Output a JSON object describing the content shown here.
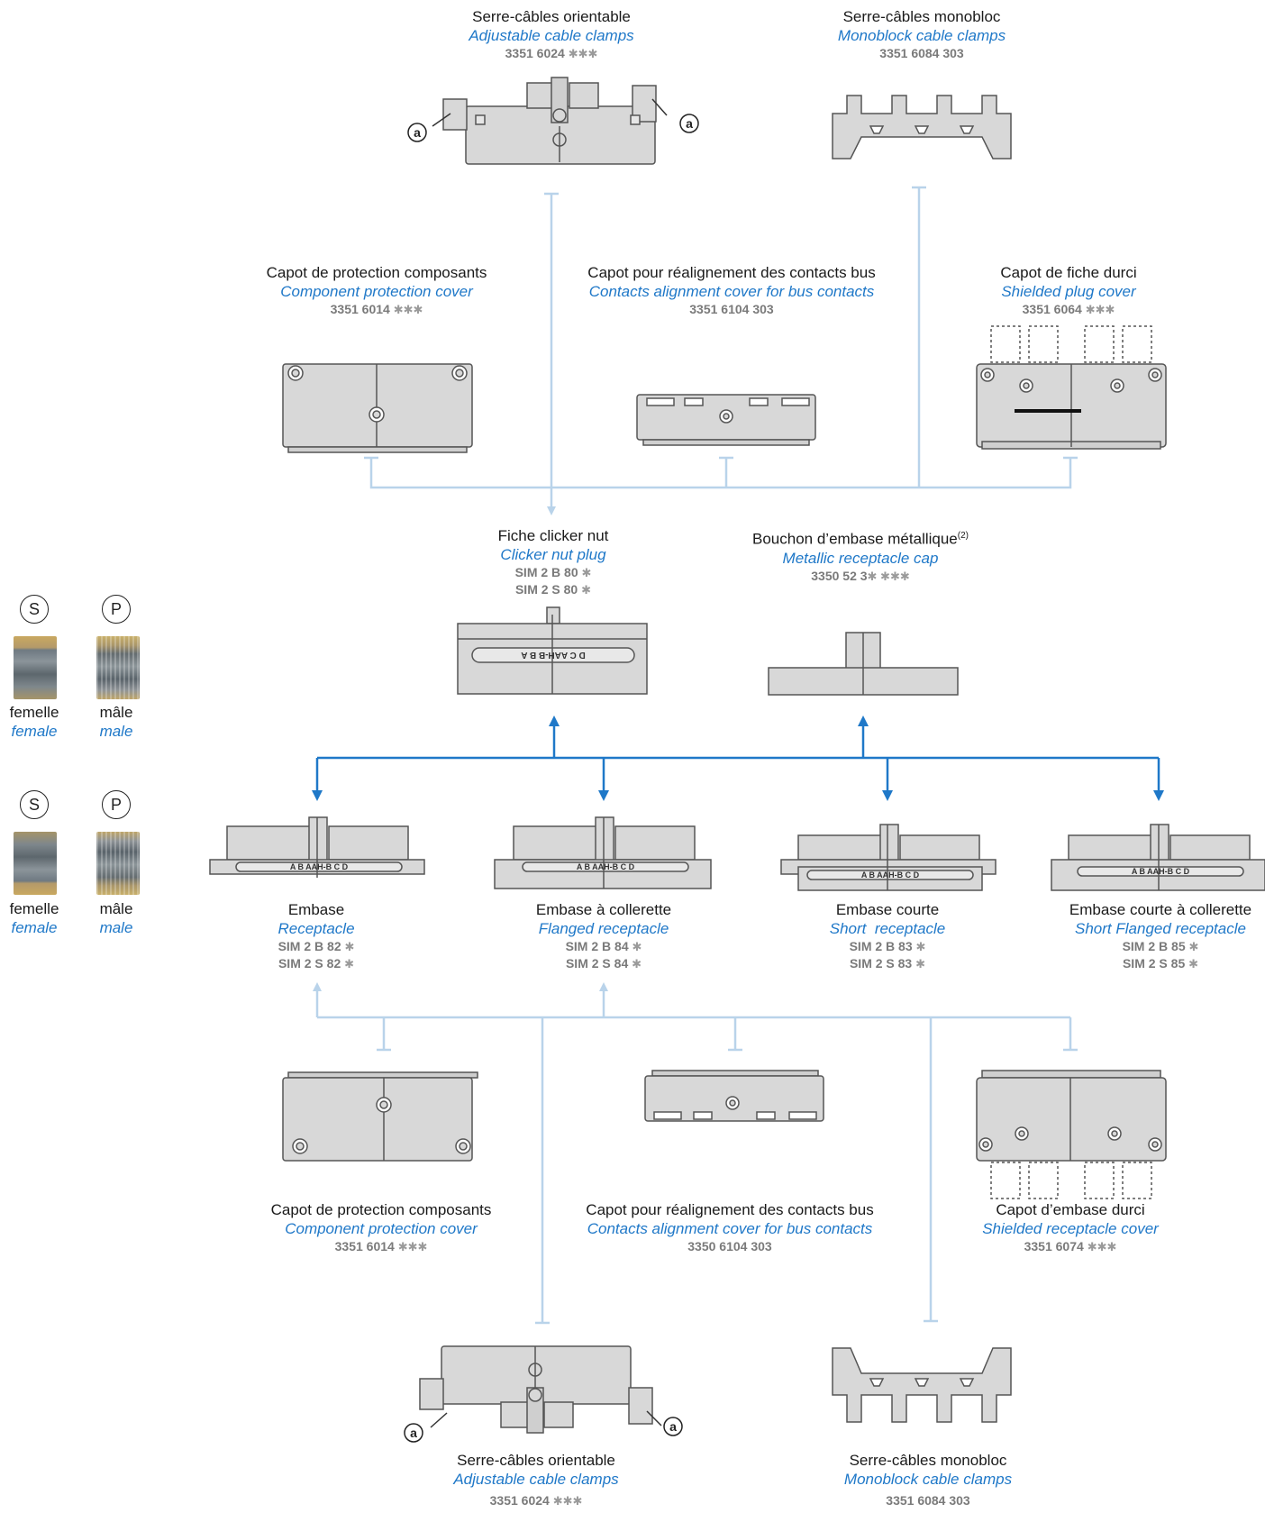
{
  "top": {
    "adjustable_clamp": {
      "fr": "Serre-câbles orientable",
      "en": "Adjustable cable clamps",
      "ref": "3351 6024",
      "stars": "✱✱✱",
      "callout": "a"
    },
    "monoblock_clamp": {
      "fr": "Serre-câbles monobloc",
      "en": "Monoblock cable clamps",
      "ref": "3351 6084 303"
    },
    "protection_cover": {
      "fr": "Capot de protection composants",
      "en": "Component protection cover",
      "ref": "3351 6014",
      "stars": "✱✱✱"
    },
    "alignment_cover": {
      "fr": "Capot pour réalignement des contacts bus",
      "en": "Contacts alignment cover for bus contacts",
      "ref": "3351 6104 303"
    },
    "shielded_plug_cover": {
      "fr": "Capot de fiche durci",
      "en": "Shielded plug cover",
      "ref": "3351 6064",
      "stars": "✱✱✱"
    }
  },
  "middle": {
    "clicker_plug": {
      "fr": "Fiche clicker nut",
      "en": "Clicker nut plug",
      "ref1": "SIM 2 B 80",
      "ref2": "SIM 2 S 80",
      "star": "✱",
      "strip": "D   C  AAH-B  B   A"
    },
    "metallic_cap": {
      "fr": "Bouchon d’embase métallique",
      "note": "(2)",
      "en": "Metallic receptacle cap",
      "ref": "3350 52 3",
      "stars": "✱ ✱✱✱"
    }
  },
  "receptacles": [
    {
      "fr": "Embase",
      "en": "Receptacle",
      "ref1": "SIM 2 B 82",
      "ref2": "SIM 2 S 82",
      "star": "✱"
    },
    {
      "fr": "Embase à collerette",
      "en": "Flanged receptacle",
      "ref1": "SIM 2 B 84",
      "ref2": "SIM 2 S 84",
      "star": "✱"
    },
    {
      "fr": "Embase courte",
      "en": "Short  receptacle",
      "ref1": "SIM 2 B 83",
      "ref2": "SIM 2 S 83",
      "star": "✱"
    },
    {
      "fr": "Embase courte à collerette",
      "en": "Short Flanged receptacle",
      "ref1": "SIM 2 B 85",
      "ref2": "SIM 2 S 85",
      "star": "✱"
    }
  ],
  "receptacle_strip": "A    B  AAH-B  C    D",
  "bottom": {
    "protection_cover": {
      "fr": "Capot de protection composants",
      "en": "Component protection cover",
      "ref": "3351 6014",
      "stars": "✱✱✱"
    },
    "alignment_cover": {
      "fr": "Capot pour réalignement des contacts bus",
      "en": "Contacts alignment cover for bus contacts",
      "ref": "3350 6104 303"
    },
    "shielded_receptacle_cover": {
      "fr": "Capot d’embase durci",
      "en": "Shielded receptacle cover",
      "ref": "3351 6074",
      "stars": "✱✱✱"
    },
    "adjustable_clamp": {
      "fr": "Serre-câbles orientable",
      "en": "Adjustable cable clamps",
      "ref": "3351 6024",
      "stars": "✱✱✱",
      "callout": "a"
    },
    "monoblock_clamp": {
      "fr": "Serre-câbles monobloc",
      "en": "Monoblock cable clamps",
      "ref": "3351 6084 303"
    }
  },
  "legend": {
    "socket_letter": "S",
    "pin_letter": "P",
    "female_fr": "femelle",
    "female_en": "female",
    "male_fr": "mâle",
    "male_en": "male"
  },
  "colors": {
    "connector_arrow": "#1f78c8",
    "accessory_line": "#b9d3ea",
    "part_fill": "#d8d8d8",
    "part_stroke": "#555555",
    "english_text": "#1f78c8",
    "reference_text": "#7a7a7a"
  }
}
